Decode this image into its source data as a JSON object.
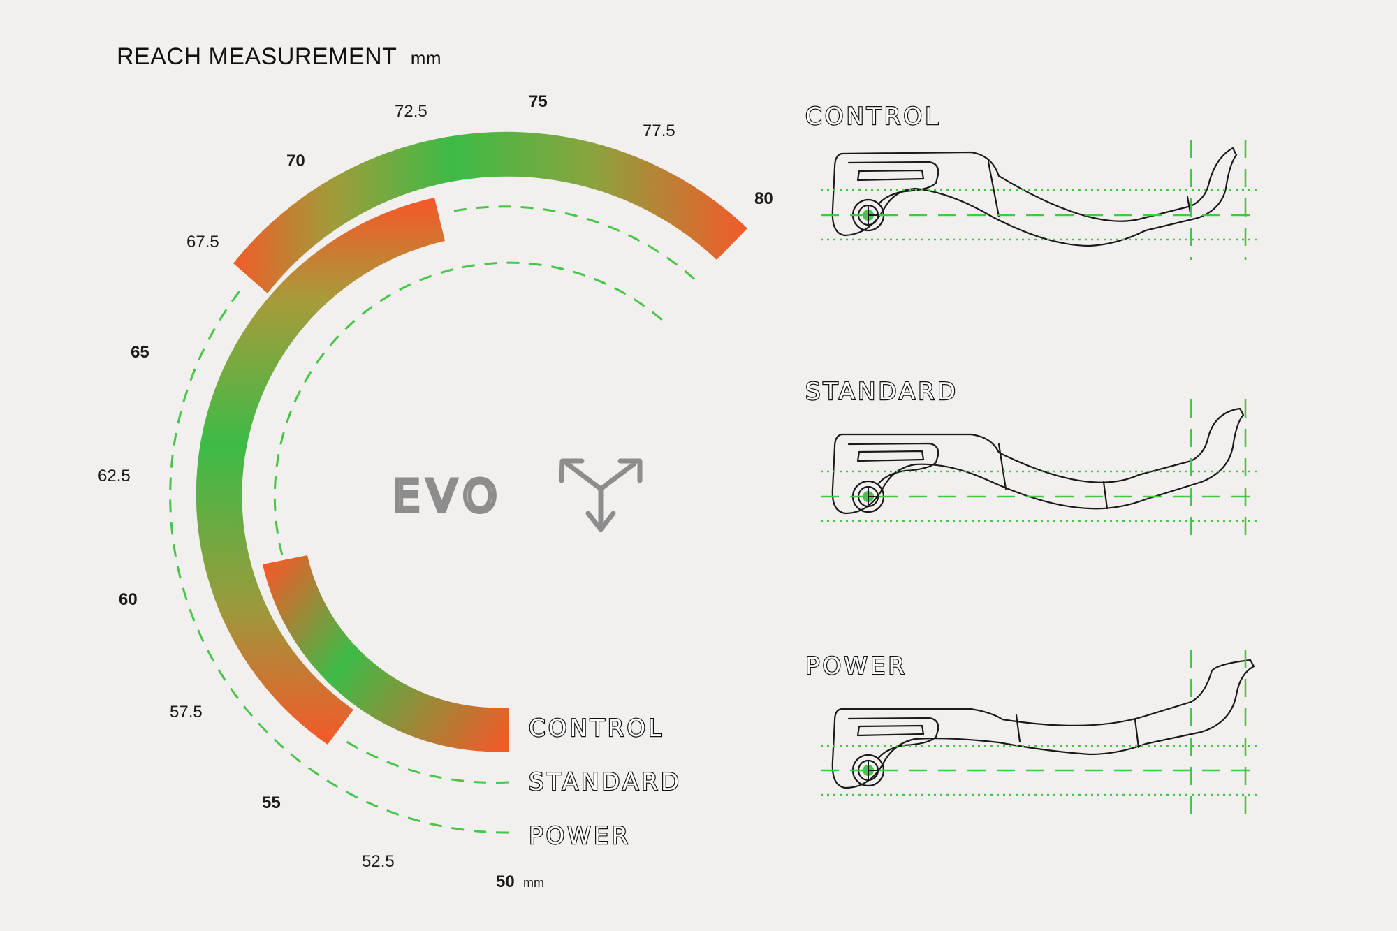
{
  "header": {
    "title": "REACH MEASUREMENT",
    "unit": "mm"
  },
  "gauge": {
    "ticks": [
      "50",
      "52.5",
      "55",
      "57.5",
      "60",
      "62.5",
      "65",
      "67.5",
      "70",
      "72.5",
      "75",
      "77.5",
      "80"
    ],
    "end_unit": "mm",
    "legend": [
      "CONTROL",
      "STANDARD",
      "POWER"
    ],
    "colors": {
      "green": "#3dbb47",
      "olive": "#8aa33e",
      "orange": "#f25a2a",
      "dashed": "#49c44a"
    }
  },
  "logo": {
    "text": "EVO"
  },
  "levers": [
    {
      "label": "CONTROL"
    },
    {
      "label": "STANDARD"
    },
    {
      "label": "POWER"
    }
  ]
}
